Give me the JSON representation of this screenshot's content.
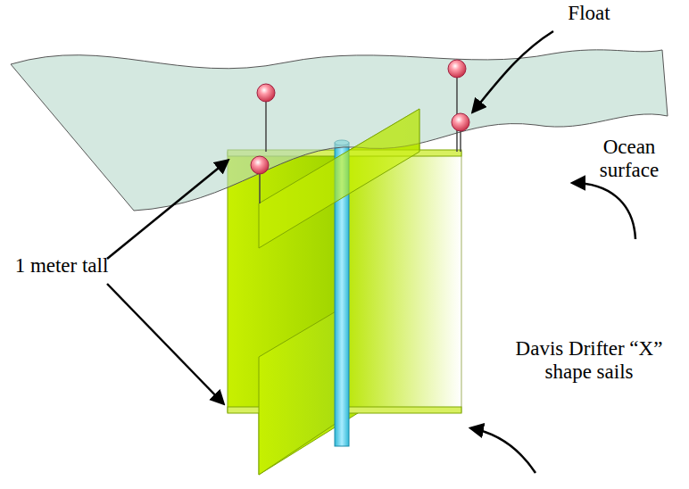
{
  "diagram": {
    "labels": [
      "Float",
      "Ocean surface",
      "1 meter tall",
      "Davis Drifter “X” shape sails"
    ]
  }
}
